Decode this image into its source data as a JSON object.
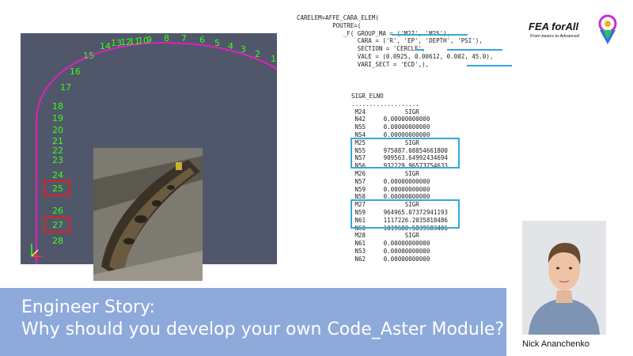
{
  "viewport": {
    "node_labels": [
      "1",
      "2",
      "3",
      "4",
      "5",
      "6",
      "7",
      "8",
      "9",
      "10",
      "11",
      "12",
      "13",
      "14",
      "15",
      "16",
      "17",
      "18",
      "19",
      "20",
      "21",
      "22",
      "23",
      "24",
      "25",
      "26",
      "27",
      "28"
    ],
    "highlighted_nodes": [
      "25",
      "27"
    ],
    "label_color": "#39ff14",
    "beam_color": "#e020c0",
    "background": "#51576b",
    "axis_icon": "xyz-axis-icon"
  },
  "code_block": {
    "lines": [
      "CARELEM=AFFE_CARA_ELEM(",
      "          POUTRE=(",
      "             _F( GROUP_MA = ('M27', 'M25'),",
      "                 CARA = ('R', 'EP', 'DEPTH', 'PSI'),",
      "                 SECTION = 'CERCLE',",
      "                 VALE = (0.0925, 0.00612, 0.002, 45.0),",
      "                 VARI_SECT = 'ECD',),"
    ]
  },
  "sigr_block": {
    "lines": [
      "SIGR_ELNO",
      "...................",
      " M24           SIGR",
      " N42     0.00000000000",
      " N55     0.00000000000",
      " N54     0.00000000000",
      " M25           SIGR",
      " N55     975087.08854661800",
      " N57     909563.64992434694",
      " N56     932229.96573754633",
      " M26           SIGR",
      " N57     0.00000000000",
      " N59     0.00000000000",
      " N58     0.00000000000",
      " M27           SIGR",
      " N59     964965.07372941193",
      " N61     1117226.2035818486",
      " N60     1019680.5839583406",
      " M28           SIGR",
      " N61     0.00000000000",
      " N53     0.00000000000",
      " N62     0.00000000000"
    ]
  },
  "logo": {
    "text": "FEA forAll",
    "tagline": "From basics to Advanced"
  },
  "title": {
    "line1": "Engineer Story:",
    "line2": "Why should you develop your own Code_Aster Module?"
  },
  "presenter": {
    "name": "Nick Ananchenko"
  },
  "colors": {
    "banner": "#8eaadb",
    "highlight": "#33a9d6",
    "red_box": "#e02020"
  }
}
